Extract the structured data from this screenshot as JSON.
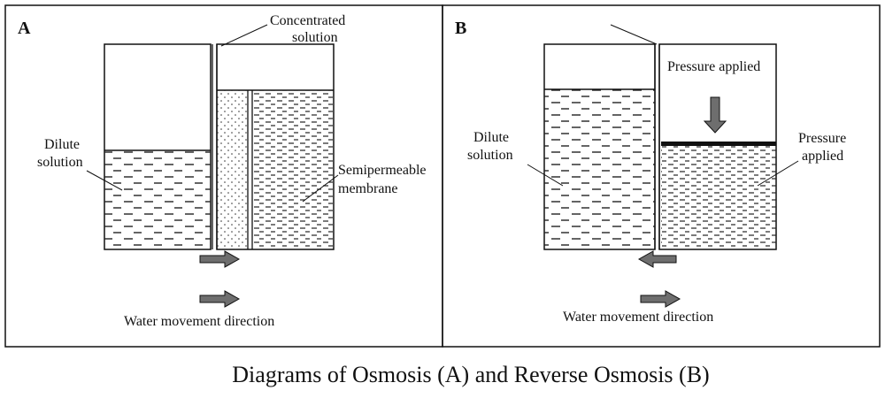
{
  "caption": "Diagrams of Osmosis (A) and Reverse Osmosis (B)",
  "panel_a": {
    "letter": "A",
    "concentrated_line1": "Concentrated",
    "concentrated_line2": "solution",
    "dilute_line1": "Dilute",
    "dilute_line2": "solution",
    "membrane_line1": "Semipermeable",
    "membrane_line2": "membrane",
    "direction_label": "Water movement direction"
  },
  "panel_b": {
    "letter": "B",
    "pressure_top": "Pressure applied",
    "dilute_line1": "Dilute",
    "dilute_line2": "solution",
    "pressure_right_line1": "Pressure",
    "pressure_right_line2": "applied",
    "direction_label": "Water movement direction"
  },
  "colors": {
    "stroke": "#111111",
    "arrow_fill": "#6e6e6e",
    "water_dash": "#222222"
  }
}
